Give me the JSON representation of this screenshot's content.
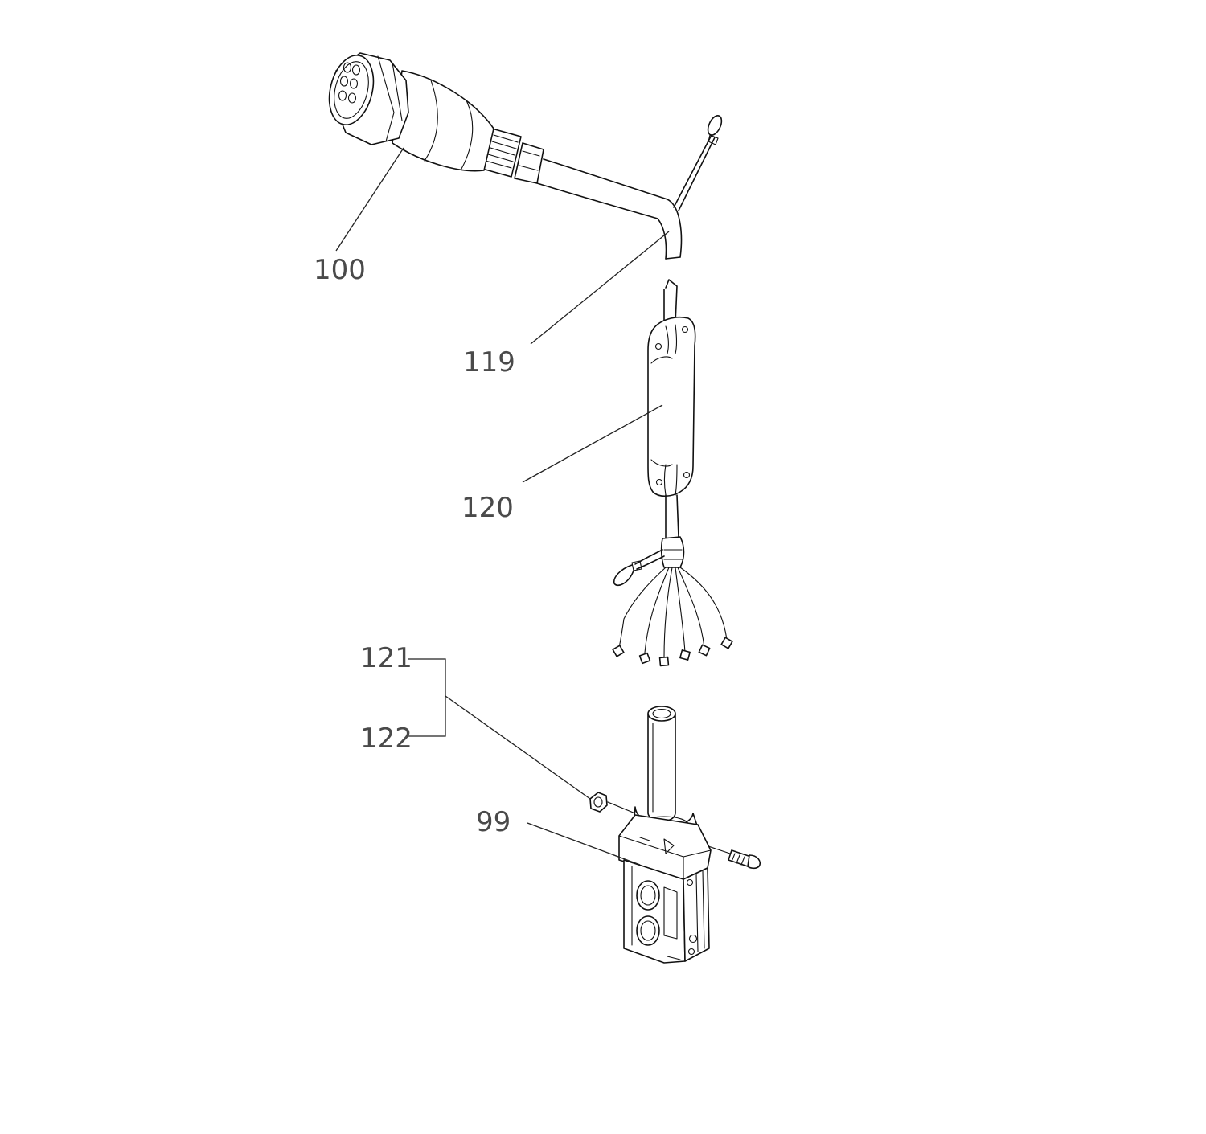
{
  "callouts": {
    "connector": "100",
    "cable": "119",
    "junction_body": "120",
    "fastener_upper": "121",
    "fastener_lower": "122",
    "control_unit": "99"
  },
  "colors": {
    "line": "#111111",
    "label": "#4a4a4a",
    "background": "#ffffff"
  }
}
